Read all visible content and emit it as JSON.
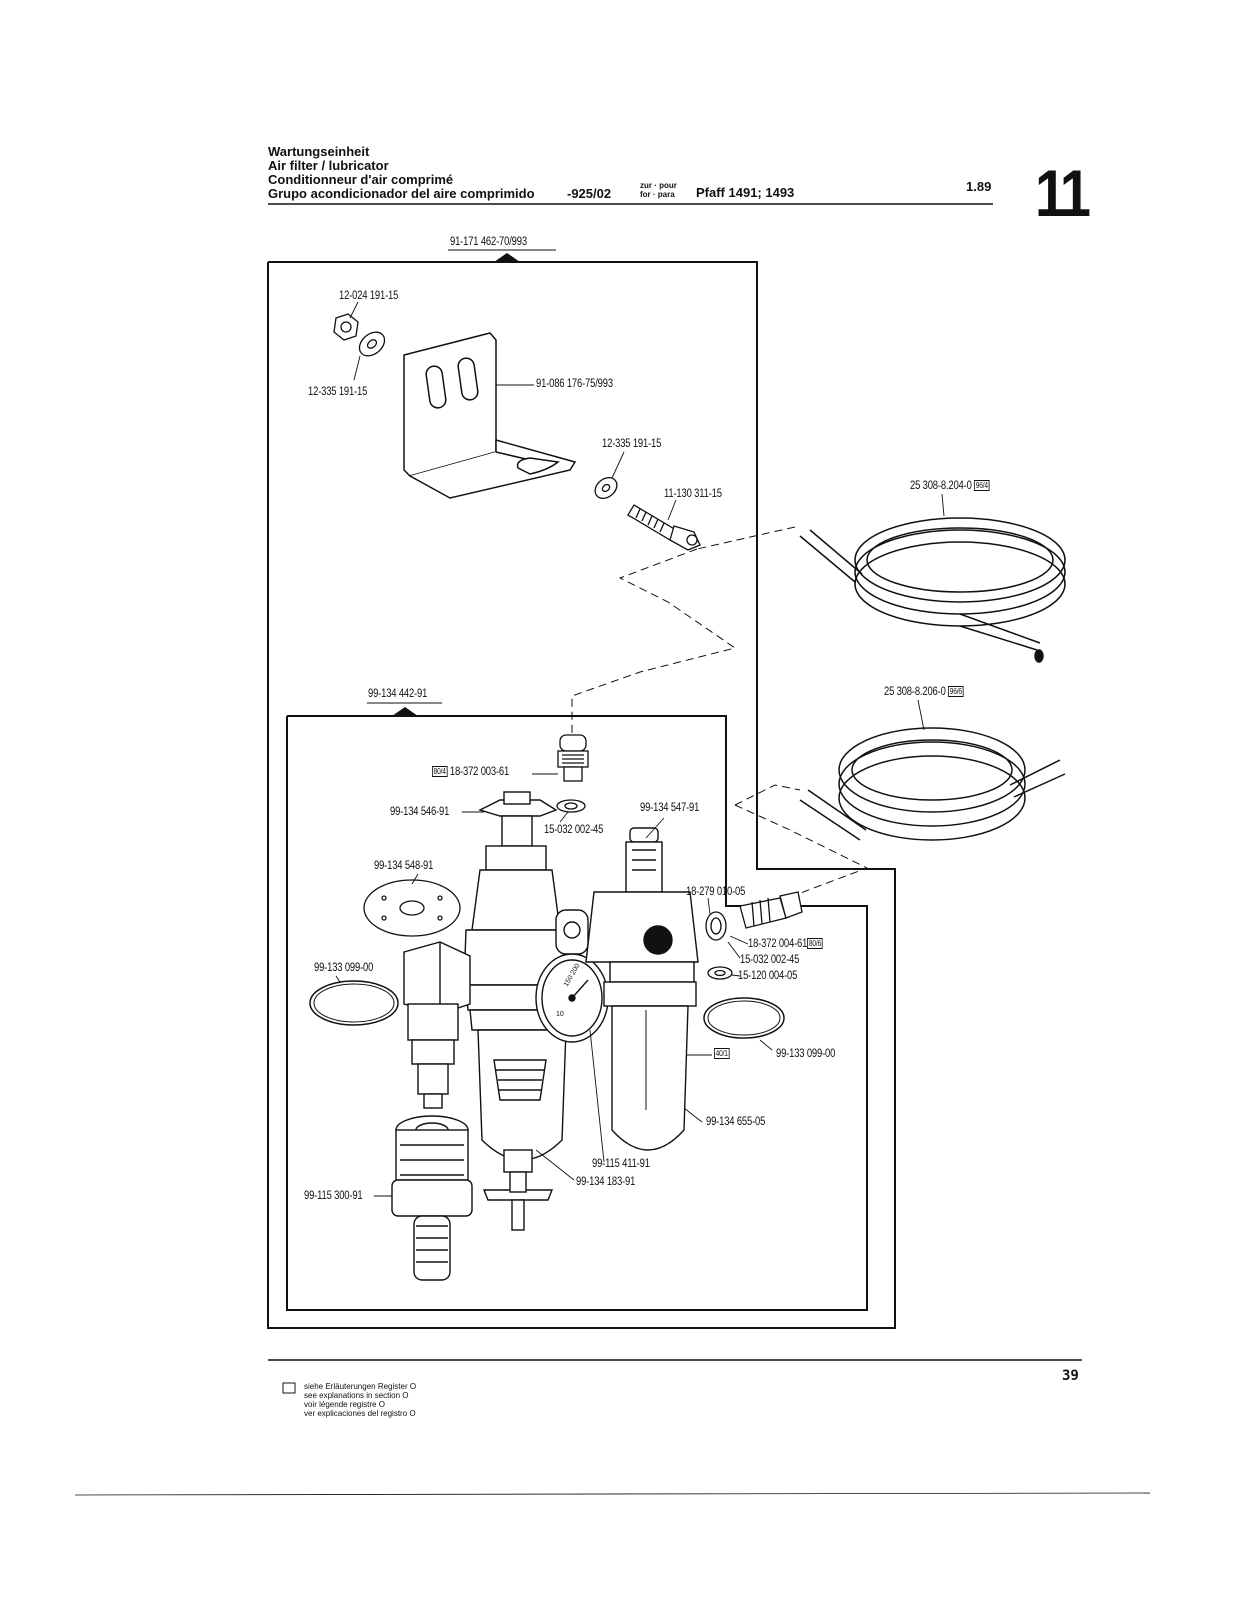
{
  "header": {
    "title_de": "Wartungseinheit",
    "title_en": "Air filter / lubricator",
    "title_fr": "Conditionneur d'air comprimé",
    "title_es": "Grupo acondicionador del aire comprimido",
    "part_code": "-925/02",
    "for_line1": "zur · pour",
    "for_line2": "for · para",
    "machine": "Pfaff 1491; 1493",
    "date": "1.89",
    "section_number": "11"
  },
  "assemblies": {
    "outer": "91-171 462-70/993",
    "inner": "99-134 442-91"
  },
  "parts": {
    "nut": "12-024 191-15",
    "washer_top": "12-335 191-15",
    "bracket": "91-086 176-75/993",
    "washer_screw": "12-335 191-15",
    "screw": "11-130 311-15",
    "hose_1": "25 308-8.204-0",
    "hose_1_ref": "96/4",
    "hose_2": "25 308-8.206-0",
    "hose_2_ref": "96/6",
    "nipple_top_ref": "80/4",
    "nipple_top": "18-372 003-61",
    "knob": "99-134 546-91",
    "seal_top": "15-032 002-45",
    "lubricator_head": "99-134 547-91",
    "diaphragm": "99-134 548-91",
    "fitting": "18-279 010-05",
    "nipple_right": "18-372 004-61",
    "nipple_right_ref": "80/6",
    "seal_right": "15-032 002-45",
    "washer_right": "15-120 004-05",
    "oring_left": "99-133 099-00",
    "oring_right": "99-133 099-00",
    "lub_ref": "40/1",
    "bowl": "99-134 655-05",
    "gauge": "99-115 411-91",
    "drain": "99-134 183-91",
    "coupling": "99-115 300-91"
  },
  "gauge_text": {
    "scale": "150 200",
    "inner": "10"
  },
  "footer": {
    "page_number": "39",
    "note_de": "siehe Erläuterungen Register O",
    "note_en": "see explanations in section O",
    "note_fr": "voir légende registre O",
    "note_es": "ver explicaciones del registro O"
  }
}
